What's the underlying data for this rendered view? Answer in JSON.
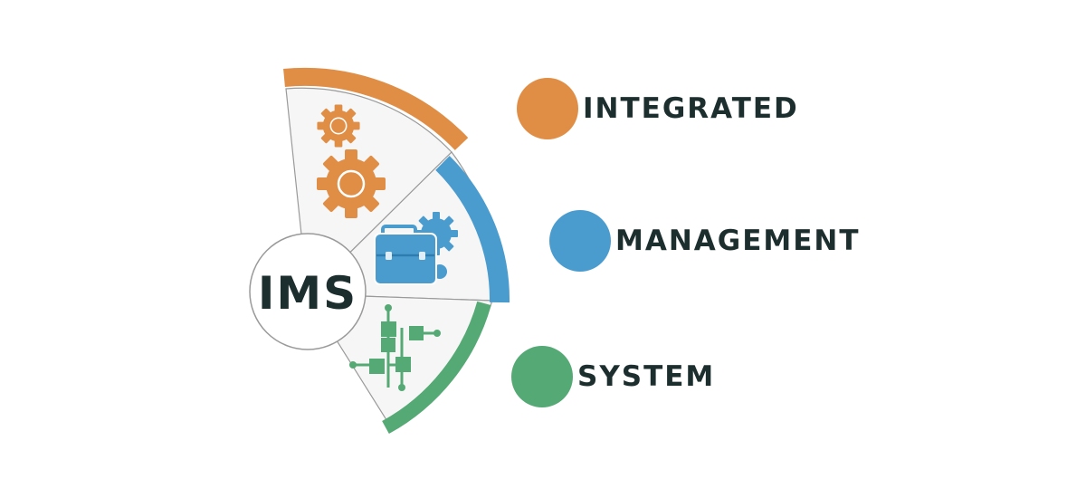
{
  "center": {
    "label": "IMS"
  },
  "legend": [
    {
      "letter": "I",
      "rest": "NTEGRATED",
      "color": "#e08e45"
    },
    {
      "letter": "M",
      "rest": "ANAGEMENT",
      "color": "#4a9ccf"
    },
    {
      "letter": "S",
      "rest": "YSTEM",
      "color": "#55a974"
    }
  ],
  "segments": [
    {
      "icon": "gears-icon",
      "color": "#e08e45"
    },
    {
      "icon": "briefcase-gear-icon",
      "color": "#4a9ccf"
    },
    {
      "icon": "flowchart-icon",
      "color": "#55a974"
    }
  ],
  "colors": {
    "text": "#1d2e2e",
    "outline": "#9a9a9a"
  }
}
